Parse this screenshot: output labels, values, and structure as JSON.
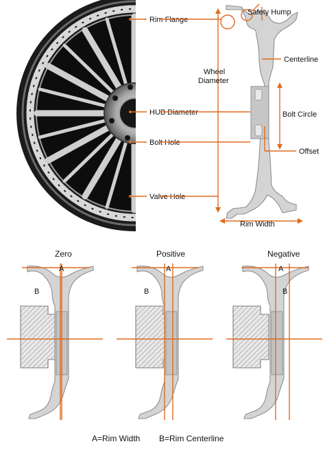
{
  "top_labels": {
    "rim_flange": "Rim Flange",
    "safety_hump": "Safety Hump",
    "centerline": "Centerline",
    "wheel_diameter_line1": "Wheel",
    "wheel_diameter_line2": "Diameter",
    "hub_diameter": "HUB Diameter",
    "bolt_circle": "Bolt Circle",
    "bolt_hole": "Bolt Hole",
    "offset": "Offset",
    "valve_hole": "Valve Hole",
    "rim_width": "Rim Width"
  },
  "panels": [
    {
      "title": "Zero",
      "a": "A",
      "b": "B"
    },
    {
      "title": "Positive",
      "a": "A",
      "b": "B"
    },
    {
      "title": "Negative",
      "a": "A",
      "b": "B"
    }
  ],
  "legend": {
    "a_def": "A=Rim Width",
    "b_def": "B=Rim Centerline"
  },
  "colors": {
    "accent": "#e06a1e",
    "profile_fill": "#d4d4d4",
    "wheel_dark": "#1b1b1b",
    "chrome": "#c9c9c9"
  }
}
